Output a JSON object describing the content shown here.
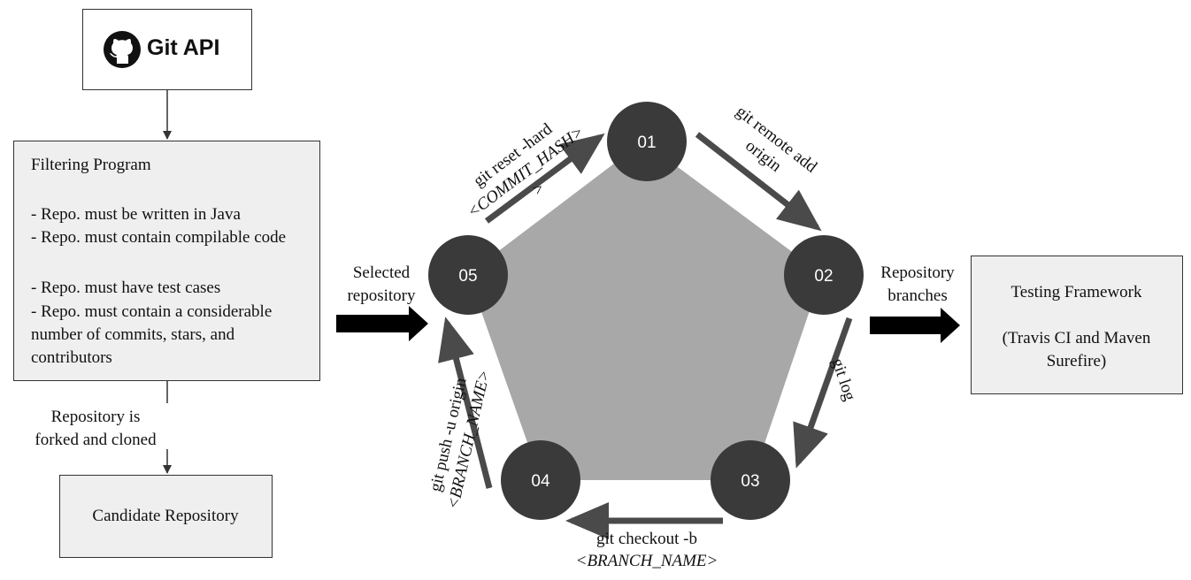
{
  "git_api": {
    "label": "Git API",
    "icon": "github-icon"
  },
  "filter": {
    "title": "Filtering Program",
    "criteria": [
      "- Repo. must be written in Java",
      "- Repo. must contain compilable code",
      "- Repo. must have test cases",
      "- Repo. must contain a considerable number of commits, stars, and contributors"
    ]
  },
  "fork_label": "Repository is forked and cloned",
  "candidate": {
    "label": "Candidate Repository"
  },
  "selected_label": "Selected repository",
  "branches_label": "Repository branches",
  "testing": {
    "title": "Testing Framework",
    "detail": "(Travis CI and Maven Surefire)"
  },
  "steps": [
    "01",
    "02",
    "03",
    "04",
    "05"
  ],
  "transitions": {
    "s01_02": {
      "line1": "git remote add",
      "line2": "origin"
    },
    "s02_03": {
      "line1": "git log"
    },
    "s03_04": {
      "line1": "git checkout -b",
      "line2": "<BRANCH_NAME>"
    },
    "s04_05": {
      "line1": "git push -u origin",
      "line2": "<BRANCH_NAME>"
    },
    "s05_01": {
      "line1": "git reset -hard",
      "line2": "<COMMIT_HASH>",
      "line3": ">"
    }
  },
  "colors": {
    "pentagon": "#a8a8a8",
    "node": "#3a3a3a",
    "arrow": "#4a4a4a",
    "box_fill": "#efefef"
  }
}
